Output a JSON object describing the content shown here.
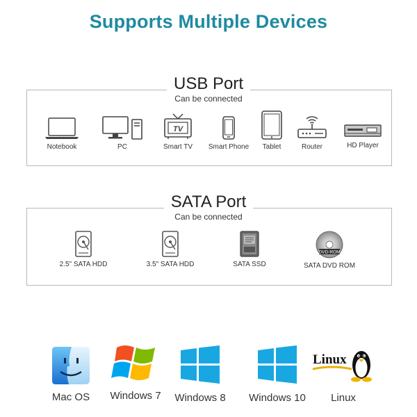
{
  "title": "Supports Multiple Devices",
  "usb": {
    "heading": "USB Port",
    "subheading": "Can be connected",
    "devices": [
      {
        "label": "Notebook",
        "icon": "notebook-icon"
      },
      {
        "label": "PC",
        "icon": "pc-icon"
      },
      {
        "label": "Smart TV",
        "icon": "tv-icon"
      },
      {
        "label": "Smart Phone",
        "icon": "smartphone-icon"
      },
      {
        "label": "Tablet",
        "icon": "tablet-icon"
      },
      {
        "label": "Router",
        "icon": "router-icon"
      },
      {
        "label": "HD Player",
        "icon": "hd-player-icon"
      }
    ]
  },
  "sata": {
    "heading": "SATA Port",
    "subheading": "Can be connected",
    "devices": [
      {
        "label": "2.5\" SATA HDD",
        "icon": "hdd-icon"
      },
      {
        "label": "3.5\" SATA HDD",
        "icon": "hdd-icon"
      },
      {
        "label": "SATA SSD",
        "icon": "ssd-icon"
      },
      {
        "label": "SATA DVD ROM",
        "icon": "dvd-icon"
      }
    ],
    "dvd_disc_text": "DVD-ROM"
  },
  "os": [
    {
      "label": "Mac OS",
      "icon": "mac-os-icon"
    },
    {
      "label": "Windows 7",
      "icon": "windows7-icon"
    },
    {
      "label": "Windows 8",
      "icon": "windows8-icon"
    },
    {
      "label": "Windows 10",
      "icon": "windows10-icon"
    },
    {
      "label": "Linux",
      "icon": "linux-icon",
      "logo_text": "Linux"
    }
  ],
  "colors": {
    "title": "#1f8aa0",
    "win_blue": "#19a7e2",
    "mac_blue": "#1c7ed6"
  }
}
